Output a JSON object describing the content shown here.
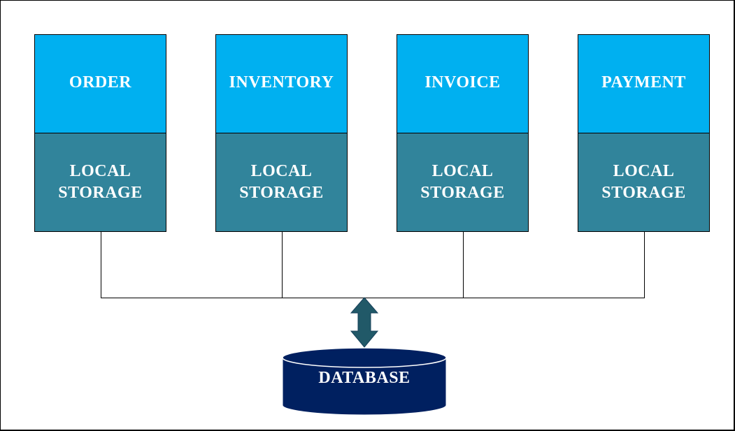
{
  "services": [
    {
      "name": "ORDER",
      "storage_line1": "LOCAL",
      "storage_line2": "STORAGE"
    },
    {
      "name": "INVENTORY",
      "storage_line1": "LOCAL",
      "storage_line2": "STORAGE"
    },
    {
      "name": "INVOICE",
      "storage_line1": "LOCAL",
      "storage_line2": "STORAGE"
    },
    {
      "name": "PAYMENT",
      "storage_line1": "LOCAL",
      "storage_line2": "STORAGE"
    }
  ],
  "database": {
    "label": "DATABASE"
  },
  "colors": {
    "service_fill": "#00b0f0",
    "storage_fill": "#31849b",
    "database_fill": "#002060",
    "arrow_fill": "#215968",
    "text": "#ffffff",
    "line": "#000000"
  }
}
